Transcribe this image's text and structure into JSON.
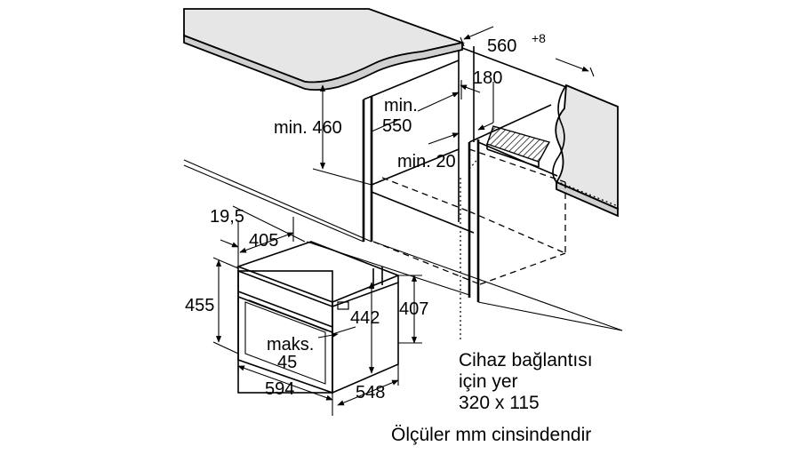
{
  "labels": {
    "width_niche": "560",
    "width_niche_tol": "+8",
    "d180": "180",
    "min460": "min. 460",
    "min550_a": "min.",
    "min550_b": "550",
    "min20": "min. 20",
    "d19_5": "19,5",
    "d405": "405",
    "d455": "455",
    "d442": "442",
    "d407": "407",
    "maks_a": "maks.",
    "maks_b": "45",
    "d594": "594",
    "d548": "548"
  },
  "notes": {
    "connection_1": "Cihaz bağlantısı",
    "connection_2": "için yer",
    "connection_3": "320 x 115",
    "units": "Ölçüler mm cinsindendir"
  },
  "colors": {
    "line": "#000000",
    "countertop": "#e6e6e6",
    "background": "#ffffff"
  }
}
